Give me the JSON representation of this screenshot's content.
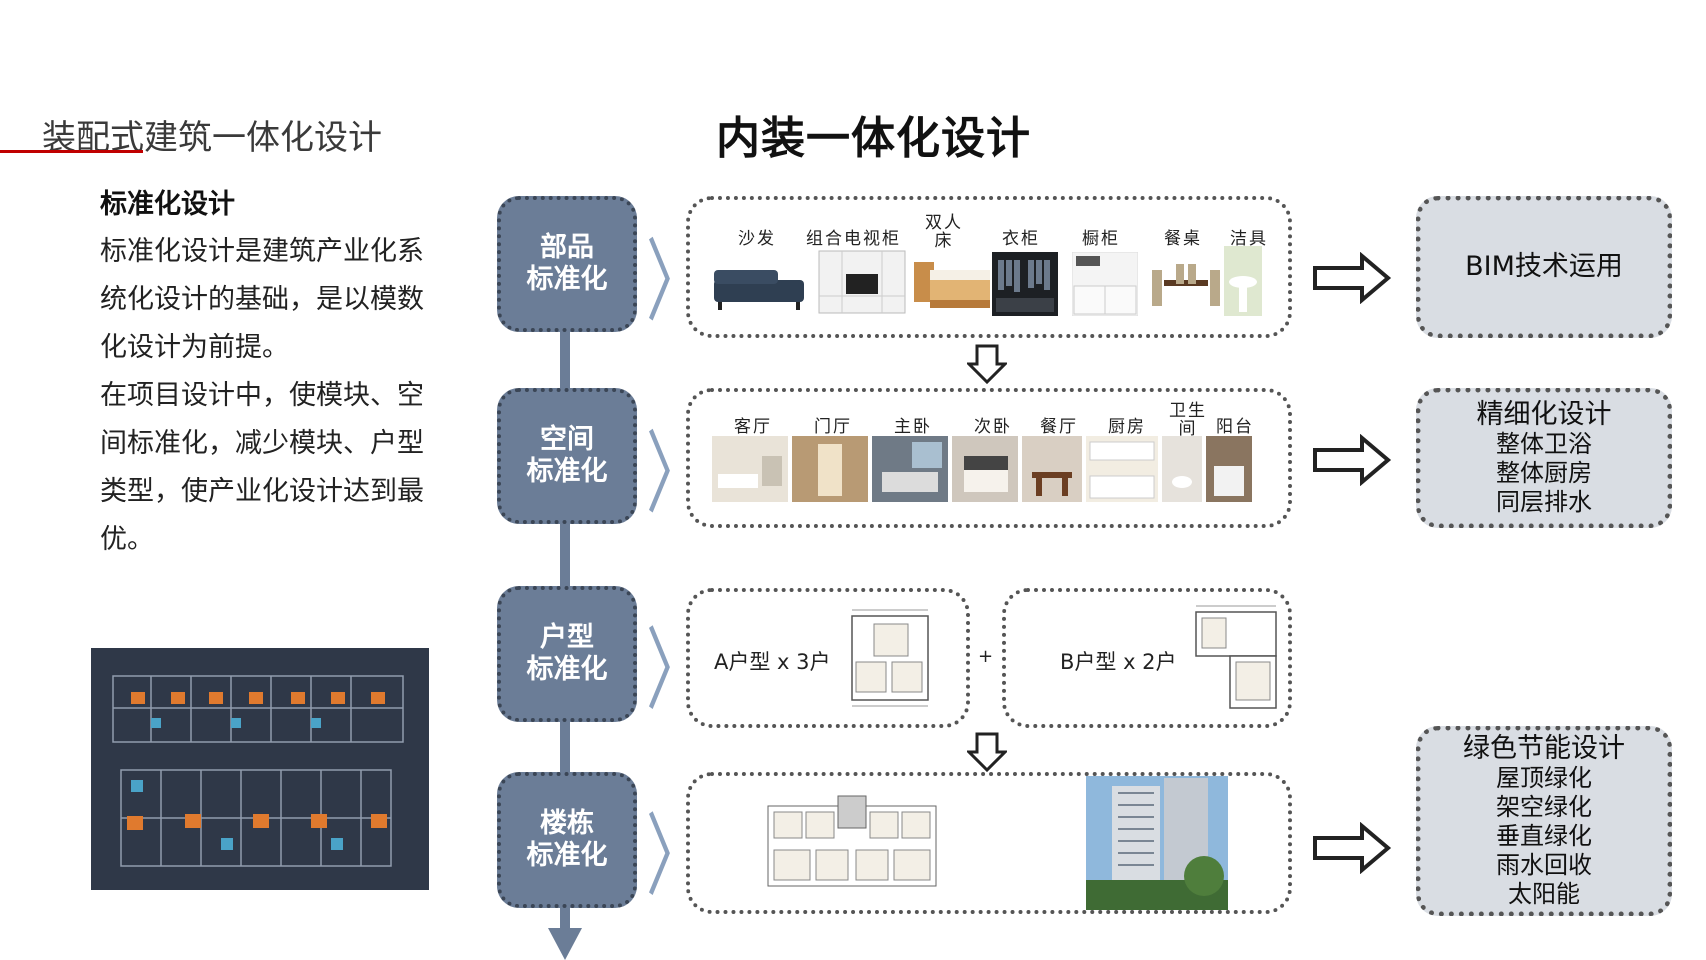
{
  "header": {
    "section_title": "装配式建筑一体化设计",
    "main_title": "内装一体化设计"
  },
  "left": {
    "heading": "标准化设计",
    "paragraphs": [
      "标准化设计是建筑产业化系统化设计的基础，是以模数化设计为前提。",
      "在项目设计中，使模块、空间标准化，减少模块、户型类型，使产业化设计达到最优。"
    ]
  },
  "levels": [
    {
      "line1": "部品",
      "line2": "标准化"
    },
    {
      "line1": "空间",
      "line2": "标准化"
    },
    {
      "line1": "户型",
      "line2": "标准化"
    },
    {
      "line1": "楼栋",
      "line2": "标准化"
    }
  ],
  "row1_items": [
    "沙发",
    "组合电视柜",
    "双人床",
    "衣柜",
    "橱柜",
    "餐桌",
    "洁具"
  ],
  "row2_items": [
    "客厅",
    "门厅",
    "主卧",
    "次卧",
    "餐厅",
    "厨房",
    "卫生间",
    "阳台"
  ],
  "row3": {
    "a_label": "A户型 x 3户",
    "plus": "+",
    "b_label": "B户型 x 2户"
  },
  "right_boxes": [
    {
      "title": "BIM技术运用",
      "lines": []
    },
    {
      "title": "精细化设计",
      "lines": [
        "整体卫浴",
        "整体厨房",
        "同层排水"
      ]
    },
    {
      "title": "绿色节能设计",
      "lines": [
        "屋顶绿化",
        "架空绿化",
        "垂直绿化",
        "雨水回收",
        "太阳能"
      ]
    }
  ],
  "colors": {
    "accent": "#c00000",
    "level_fill": "#6b7d97",
    "right_box_fill": "#d9dde3"
  }
}
